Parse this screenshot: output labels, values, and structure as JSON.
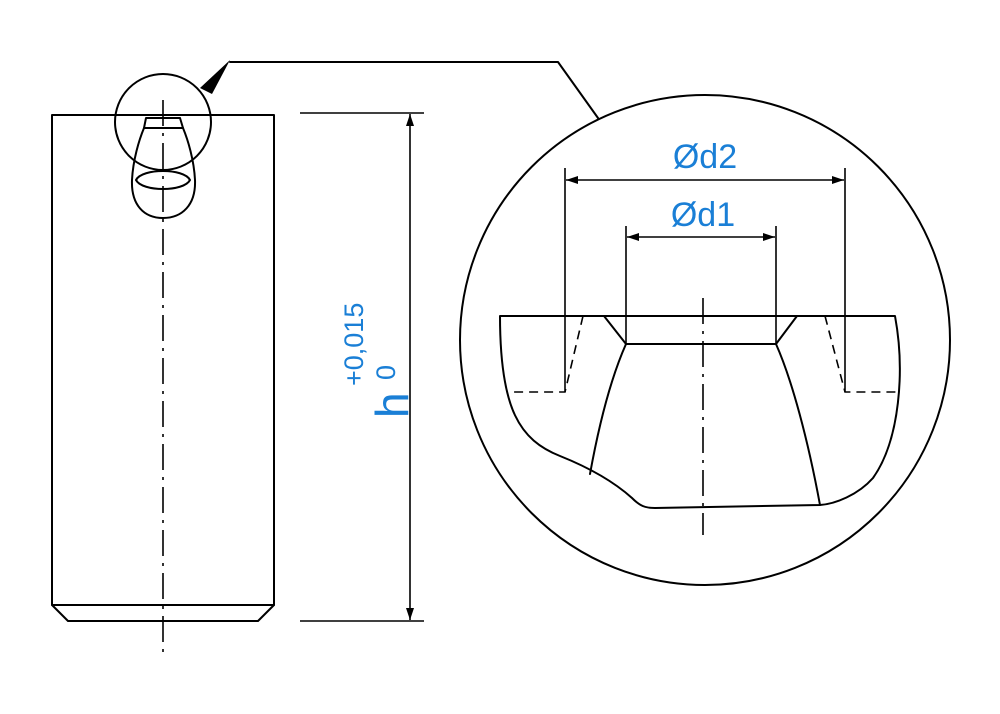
{
  "colors": {
    "line": "#000000",
    "dimension_text": "#1a7fd6",
    "background": "#ffffff"
  },
  "dimensions": {
    "height_symbol": "h",
    "height_tol_upper": "+0,015",
    "height_tol_lower": "0",
    "d2_label": "Ød2",
    "d1_label": "Ød1"
  }
}
